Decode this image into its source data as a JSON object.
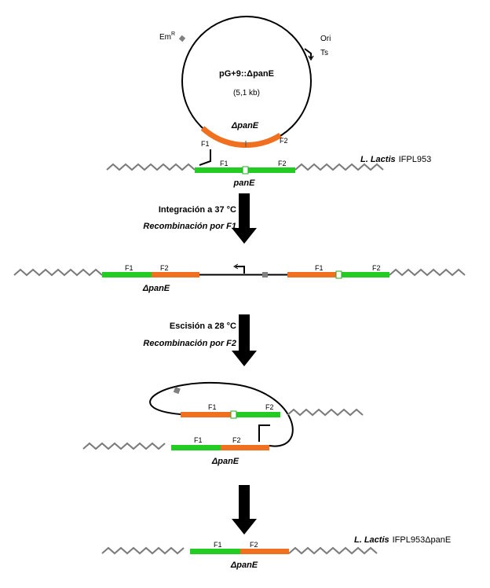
{
  "plasmid": {
    "name": "pG+9::ΔpanE",
    "size": "(5,1 kb)",
    "em_label": "Em",
    "em_sup": "R",
    "ori_label": "Ori",
    "ts_label": "Ts",
    "insert_label": "ΔpanE",
    "f1": "F1",
    "f2": "F2"
  },
  "stage1": {
    "f1": "F1",
    "f2": "F2",
    "gene": "panE",
    "strain_italic": "L. Lactis",
    "strain_code": "IFPL953"
  },
  "step1": {
    "line1": "Integración a 37 °C",
    "line2": "Recombinación por F1"
  },
  "stage2": {
    "f1a": "F1",
    "f2a": "F2",
    "gene": "ΔpanE",
    "f1b": "F1",
    "f2b": "F2"
  },
  "step2": {
    "line1": "Escisión a 28 °C",
    "line2": "Recombinación por F2"
  },
  "stage3": {
    "top_f1": "F1",
    "top_f2": "F2",
    "bot_f1": "F1",
    "bot_f2": "F2",
    "gene": "ΔpanE"
  },
  "stage4": {
    "f1": "F1",
    "f2": "F2",
    "gene": "ΔpanE",
    "strain_italic": "L. Lactis",
    "strain_code": "IFPL953ΔpanE"
  },
  "colors": {
    "green": "#22cc22",
    "orange": "#f07020",
    "grey": "#808080"
  },
  "icons": [
    "arrow-down-icon",
    "promoter-arrow-icon"
  ]
}
